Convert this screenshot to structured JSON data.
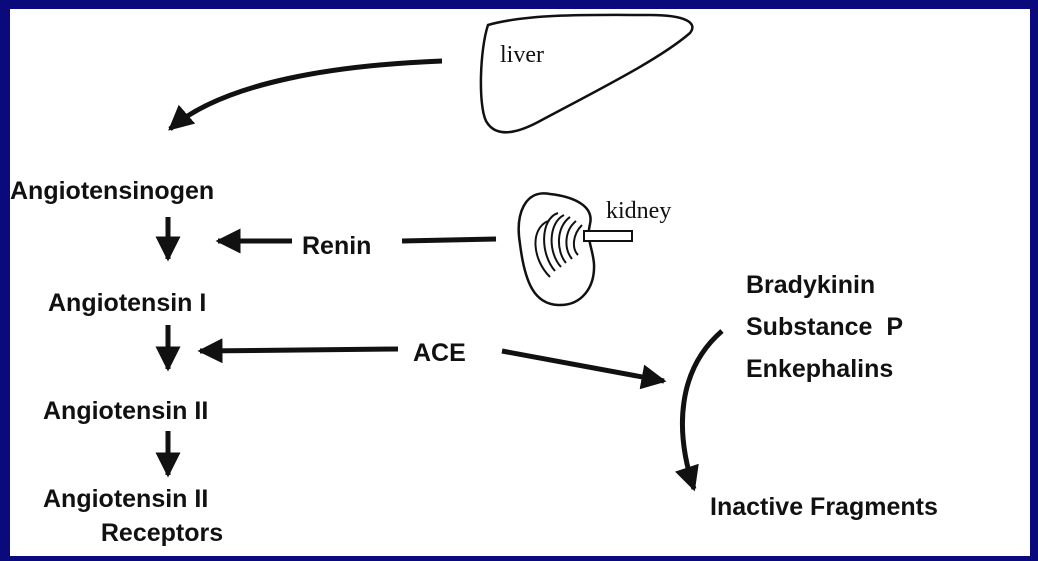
{
  "organs": {
    "liver": "liver",
    "kidney": "kidney"
  },
  "pathway": {
    "angiotensinogen": "Angiotensinogen",
    "renin": "Renin",
    "angiotensin_i": "Angiotensin I",
    "ace": "ACE",
    "angiotensin_ii": "Angiotensin II",
    "receptors_line1": "Angiotensin II",
    "receptors_line2": "Receptors"
  },
  "substrates": {
    "bradykinin": "Bradykinin",
    "substance_p": "Substance  P",
    "enkephalins": "Enkephalins",
    "inactive_fragments": "Inactive Fragments"
  },
  "colors": {
    "frame": "#0a0a7c",
    "background": "#ffffff",
    "ink": "#111111"
  }
}
